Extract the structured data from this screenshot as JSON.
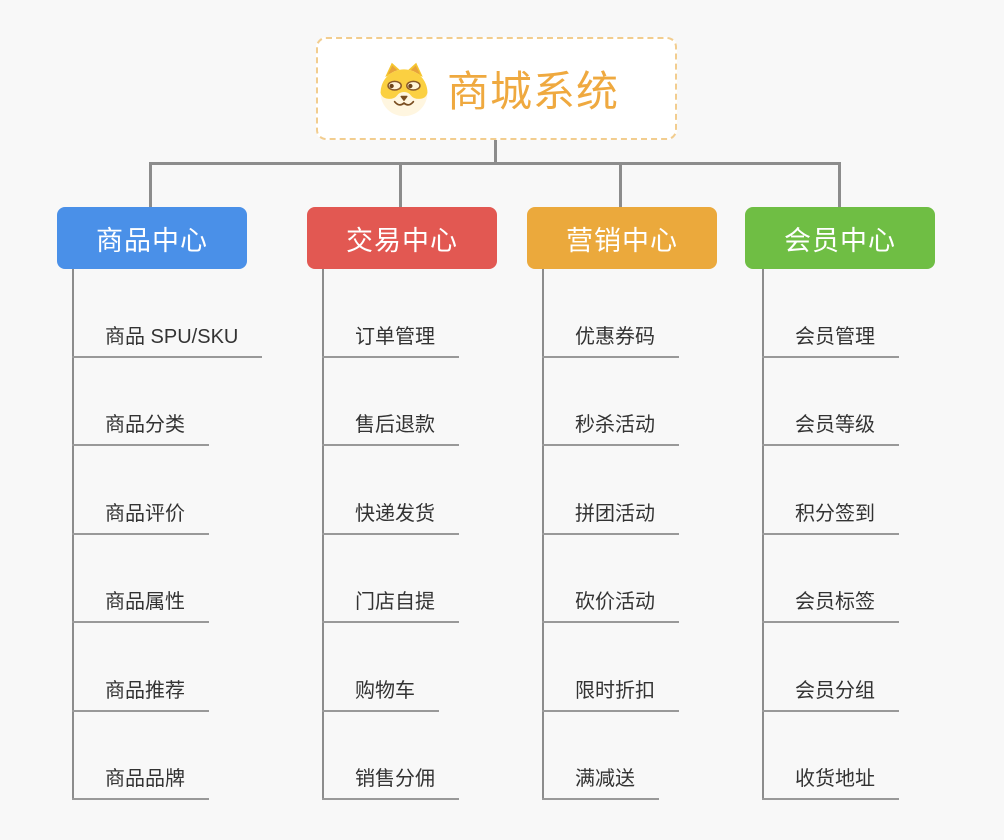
{
  "page": {
    "background": "#F8F8F8"
  },
  "root": {
    "title": "商城系统",
    "title_color": "#EFA93F",
    "border_color": "#F2CD8F",
    "icon": "doge-dog-icon"
  },
  "connector_color": "#8C8C8C",
  "branches": [
    {
      "label": "商品中心",
      "color": "#4A90E8",
      "items": [
        "商品 SPU/SKU",
        "商品分类",
        "商品评价",
        "商品属性",
        "商品推荐",
        "商品品牌"
      ]
    },
    {
      "label": "交易中心",
      "color": "#E25852",
      "items": [
        "订单管理",
        "售后退款",
        "快递发货",
        "门店自提",
        "购物车",
        "销售分佣"
      ]
    },
    {
      "label": "营销中心",
      "color": "#EBA93C",
      "items": [
        "优惠券码",
        "秒杀活动",
        "拼团活动",
        "砍价活动",
        "限时折扣",
        "满减送"
      ]
    },
    {
      "label": "会员中心",
      "color": "#6FBE44",
      "items": [
        "会员管理",
        "会员等级",
        "积分签到",
        "会员标签",
        "会员分组",
        "收货地址"
      ]
    }
  ]
}
